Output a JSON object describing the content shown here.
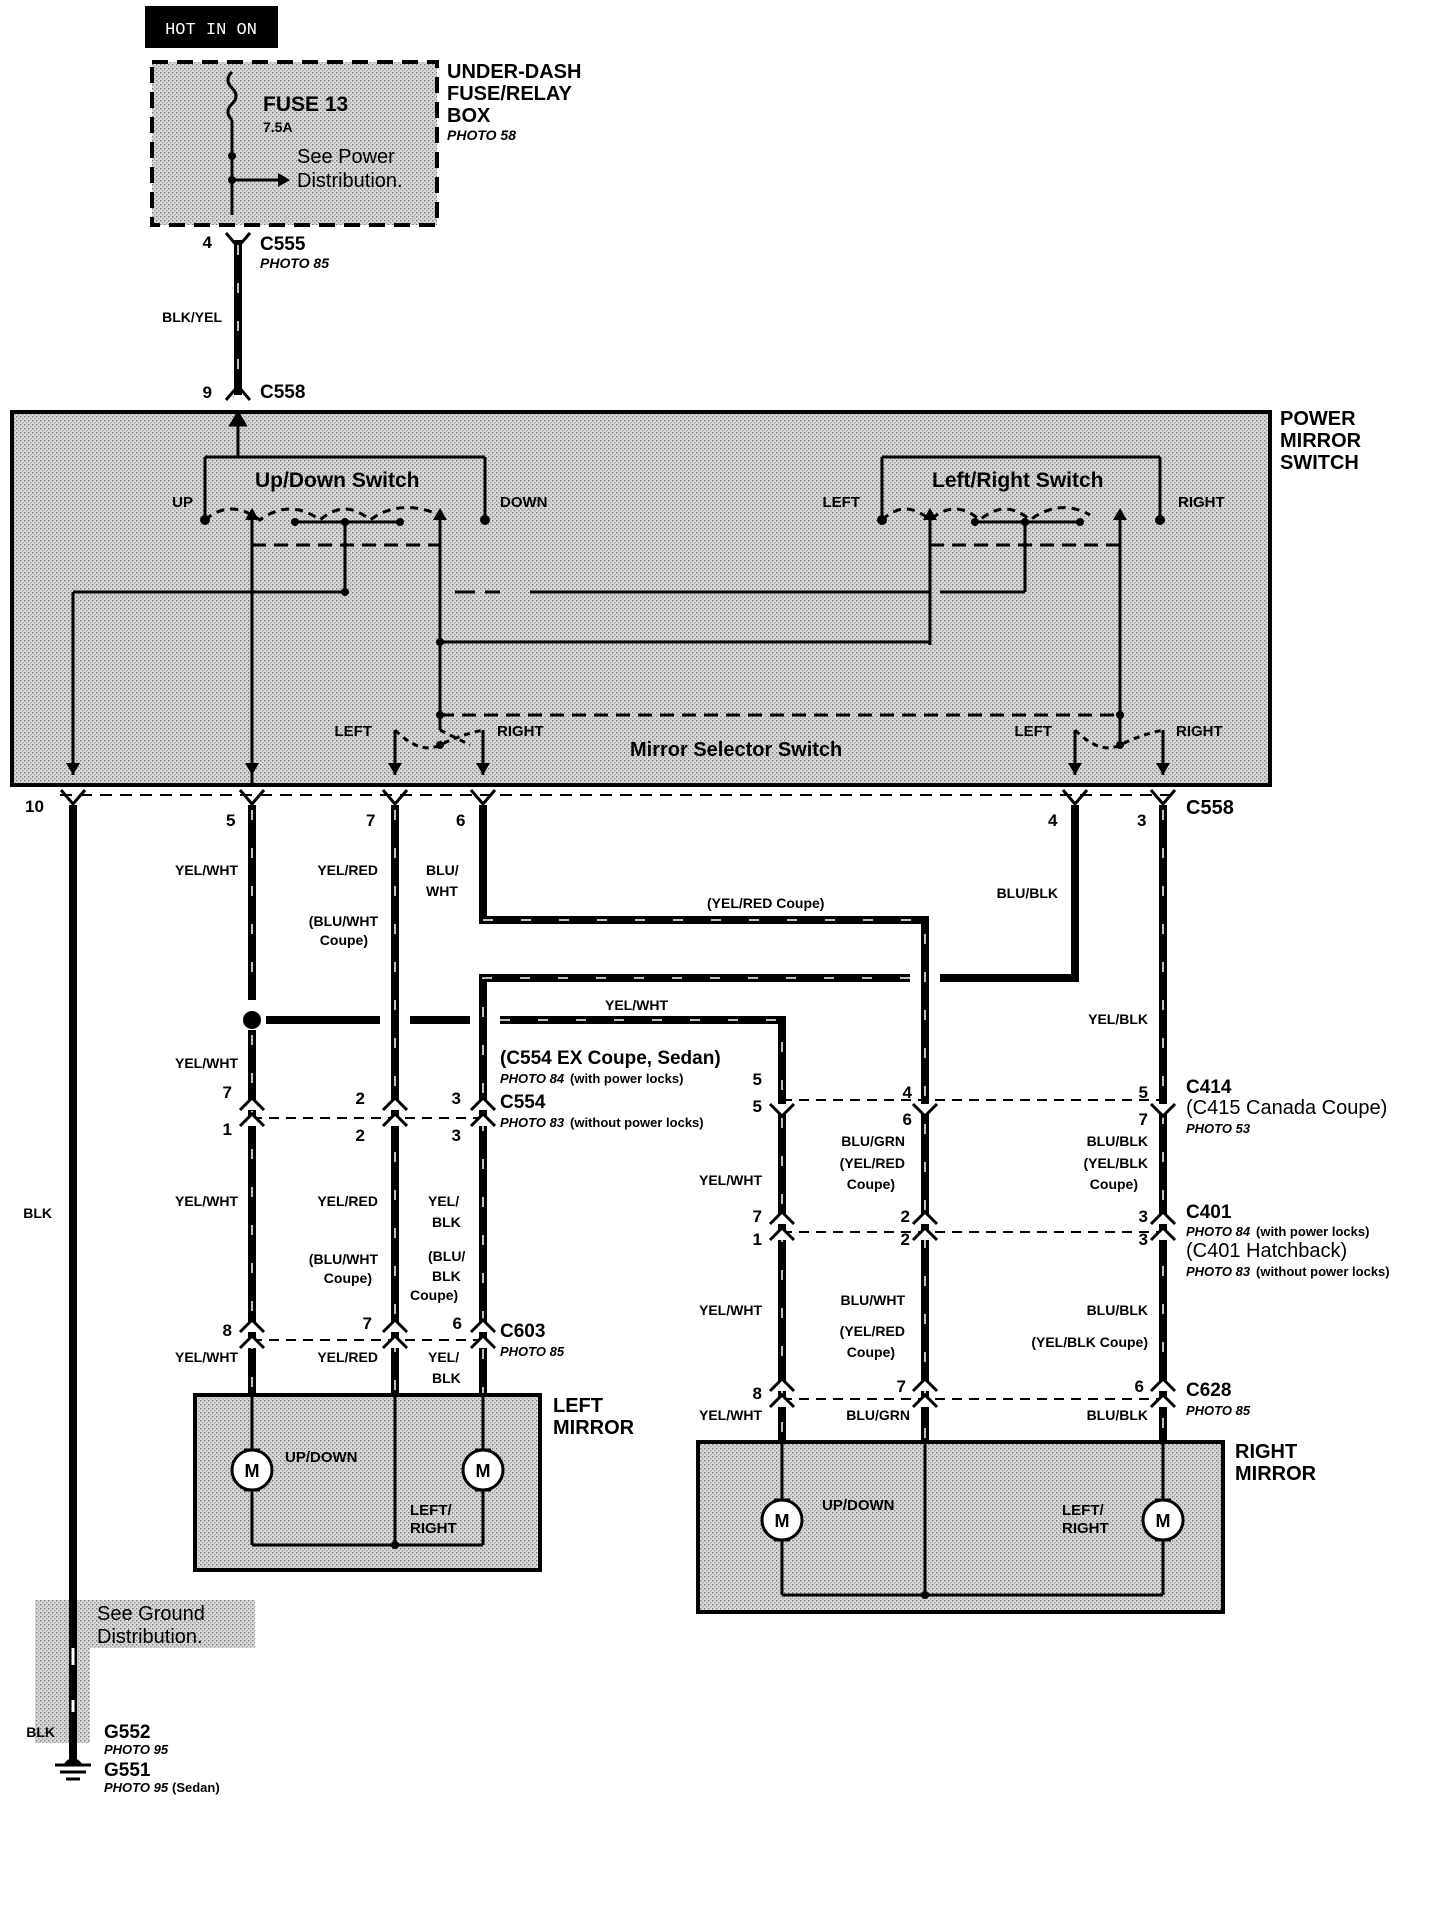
{
  "header": {
    "hot_badge": "HOT IN ON"
  },
  "fuse_box": {
    "title_line1": "UNDER-DASH",
    "title_line2": "FUSE/RELAY",
    "title_line3": "BOX",
    "photo": "PHOTO 58",
    "fuse_name": "FUSE 13",
    "fuse_rating": "7.5A",
    "see_line1": "See Power",
    "see_line2": "Distribution."
  },
  "connectors": {
    "c555": {
      "pin": "4",
      "name": "C555",
      "photo": "PHOTO 85"
    },
    "c558_top": {
      "pin": "9",
      "name": "C558"
    },
    "c558_bottom": {
      "name": "C558",
      "pins": [
        "10",
        "5",
        "7",
        "6",
        "4",
        "3"
      ]
    },
    "c554_left": {
      "pins_top": [
        "7",
        "2",
        "3"
      ],
      "pins_bottom": [
        "1",
        "2",
        "3"
      ],
      "name": "C554",
      "photo": "PHOTO 83",
      "photo_note": "(without power locks)"
    },
    "c554_right": {
      "name": "(C554 EX Coupe, Sedan)",
      "photo": "PHOTO 84",
      "photo_note": "(with power locks)"
    },
    "c414": {
      "name": "C414",
      "alt": "(C415 Canada Coupe)",
      "photo": "PHOTO 53",
      "pins_top": [
        "5",
        "4",
        "5"
      ],
      "pins_bottom": [
        "6",
        "7"
      ]
    },
    "c401": {
      "name": "C401",
      "photo": "PHOTO 84",
      "photo_note": "(with power locks)",
      "alt": "(C401 Hatchback)",
      "alt_photo": "PHOTO 83",
      "alt_photo_note": "(without power locks)",
      "pins_top": [
        "7",
        "2",
        "3"
      ],
      "pins_bottom": [
        "1",
        "2",
        "3"
      ]
    },
    "c603": {
      "name": "C603",
      "photo": "PHOTO 85",
      "pins": [
        "8",
        "7",
        "6"
      ]
    },
    "c628": {
      "name": "C628",
      "photo": "PHOTO 85",
      "pins": [
        "8",
        "7",
        "6"
      ]
    }
  },
  "switch_box": {
    "title_line1": "POWER",
    "title_line2": "MIRROR",
    "title_line3": "SWITCH",
    "updown": "Up/Down Switch",
    "leftright": "Left/Right Switch",
    "selector": "Mirror Selector Switch",
    "up": "UP",
    "down": "DOWN",
    "left": "LEFT",
    "right": "RIGHT",
    "sel_left": "LEFT",
    "sel_right": "RIGHT"
  },
  "wires": {
    "blk_yel": "BLK/YEL",
    "blk": "BLK",
    "yel_wht": "YEL/WHT",
    "yel_red": "YEL/RED",
    "blu_wht_coupe_1": "(BLU/WHT",
    "blu_wht_coupe_2": "Coupe)",
    "blu_slash": "BLU/",
    "wht": "WHT",
    "yel_red_coupe": "(YEL/RED  Coupe)",
    "blu_blk": "BLU/BLK",
    "yel_blk": "YEL/BLK",
    "yel_slash": "YEL/",
    "blk2": "BLK",
    "blu_blk_paren": "(BLU/",
    "blk_paren": "BLK",
    "coupe_paren": "Coupe)",
    "blu_grn": "BLU/GRN",
    "yel_red_paren": "(YEL/RED",
    "yel_blk_paren": "(YEL/BLK",
    "blu_wht": "BLU/WHT",
    "yel_blk_coupe": "(YEL/BLK Coupe)"
  },
  "left_mirror": {
    "title_line1": "LEFT",
    "title_line2": "MIRROR",
    "updown": "UP/DOWN",
    "leftright_1": "LEFT/",
    "leftright_2": "RIGHT",
    "motor": "M"
  },
  "right_mirror": {
    "title_line1": "RIGHT",
    "title_line2": "MIRROR",
    "updown": "UP/DOWN",
    "leftright_1": "LEFT/",
    "leftright_2": "RIGHT",
    "motor": "M"
  },
  "ground": {
    "see_line1": "See Ground",
    "see_line2": "Distribution.",
    "g552": "G552",
    "g552_photo": "PHOTO 95",
    "g551": "G551",
    "g551_photo": "PHOTO 95",
    "g551_note": "(Sedan)"
  }
}
